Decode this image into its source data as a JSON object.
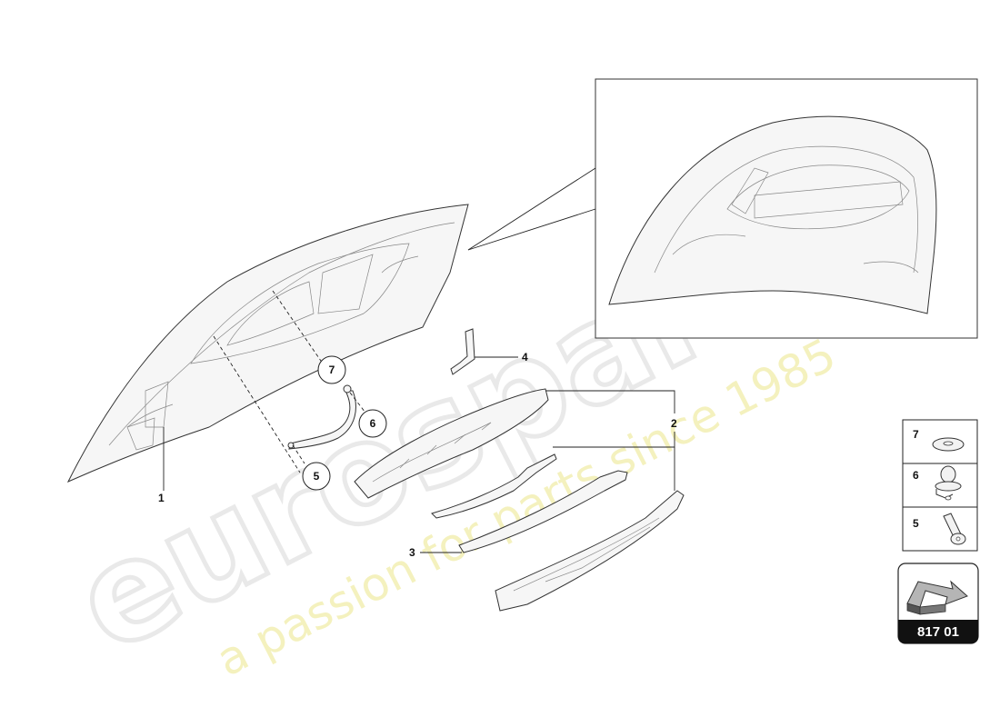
{
  "watermark": {
    "brand": "eurospares",
    "tagline": "a passion for parts since 1985"
  },
  "callouts": {
    "c1": "1",
    "c2": "2",
    "c3": "3",
    "c4": "4",
    "c5": "5",
    "c6": "6",
    "c7": "7"
  },
  "legend": {
    "items": [
      {
        "num": "7",
        "icon": "washer-icon"
      },
      {
        "num": "6",
        "icon": "clip-icon"
      },
      {
        "num": "5",
        "icon": "screw-icon"
      }
    ]
  },
  "reference": {
    "code": "817 01"
  },
  "colors": {
    "watermark_gray": "#e9e9e9",
    "watermark_yellow": "#f3f0b8",
    "line": "#222222",
    "ref_box": "#111111"
  }
}
